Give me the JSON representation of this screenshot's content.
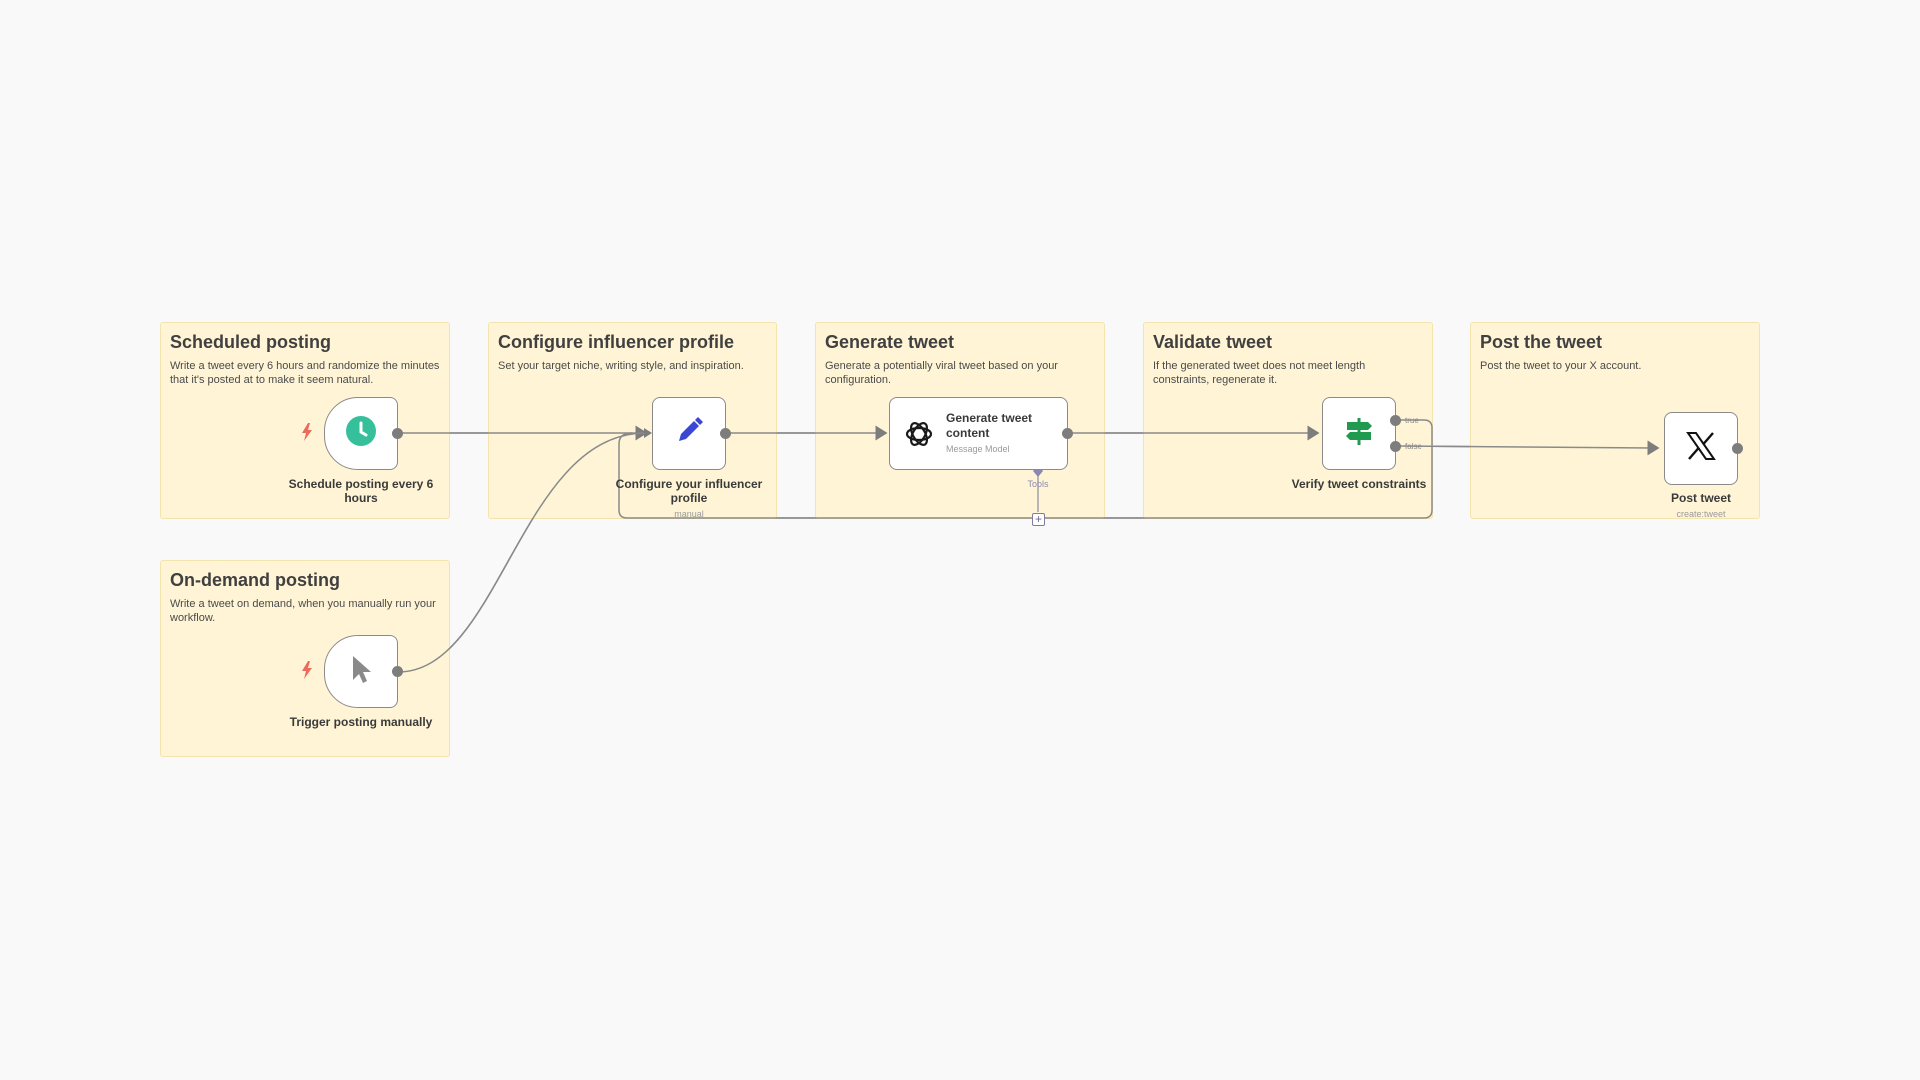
{
  "stickies": {
    "scheduled": {
      "title": "Scheduled posting",
      "desc": "Write a tweet every 6 hours and randomize the minutes that it's posted at to make it seem natural."
    },
    "configure": {
      "title": "Configure influencer profile",
      "desc": "Set your target niche, writing style, and inspiration."
    },
    "generate": {
      "title": "Generate tweet",
      "desc": "Generate a potentially viral tweet based on your configuration."
    },
    "validate": {
      "title": "Validate tweet",
      "desc": "If the generated tweet does not meet length constraints, regenerate it."
    },
    "post": {
      "title": "Post the tweet",
      "desc": "Post the tweet to your X account."
    },
    "ondemand": {
      "title": "On-demand posting",
      "desc": "Write a tweet on demand, when you manually run your workflow."
    }
  },
  "nodes": {
    "schedule": {
      "label": "Schedule posting every 6 hours",
      "icon": "clock-icon"
    },
    "configure": {
      "label": "Configure your influencer profile",
      "sub": "manual",
      "icon": "pencil-icon"
    },
    "generate": {
      "title": "Generate tweet content",
      "sub": "Message Model",
      "tools_label": "Tools",
      "icon": "openai-icon"
    },
    "verify": {
      "label": "Verify tweet constraints",
      "true_label": "true",
      "false_label": "false",
      "icon": "signpost-icon"
    },
    "post": {
      "label": "Post tweet",
      "sub": "create:tweet",
      "icon": "x-logo-icon"
    },
    "manual": {
      "label": "Trigger posting manually",
      "icon": "cursor-icon"
    }
  },
  "colors": {
    "sticky_bg": "#fff5d6",
    "clock": "#35bf9a",
    "pencil": "#3b46d6",
    "signpost": "#1f9a4f",
    "bolt": "#ec6b5c",
    "edge": "#8a8a8a"
  }
}
